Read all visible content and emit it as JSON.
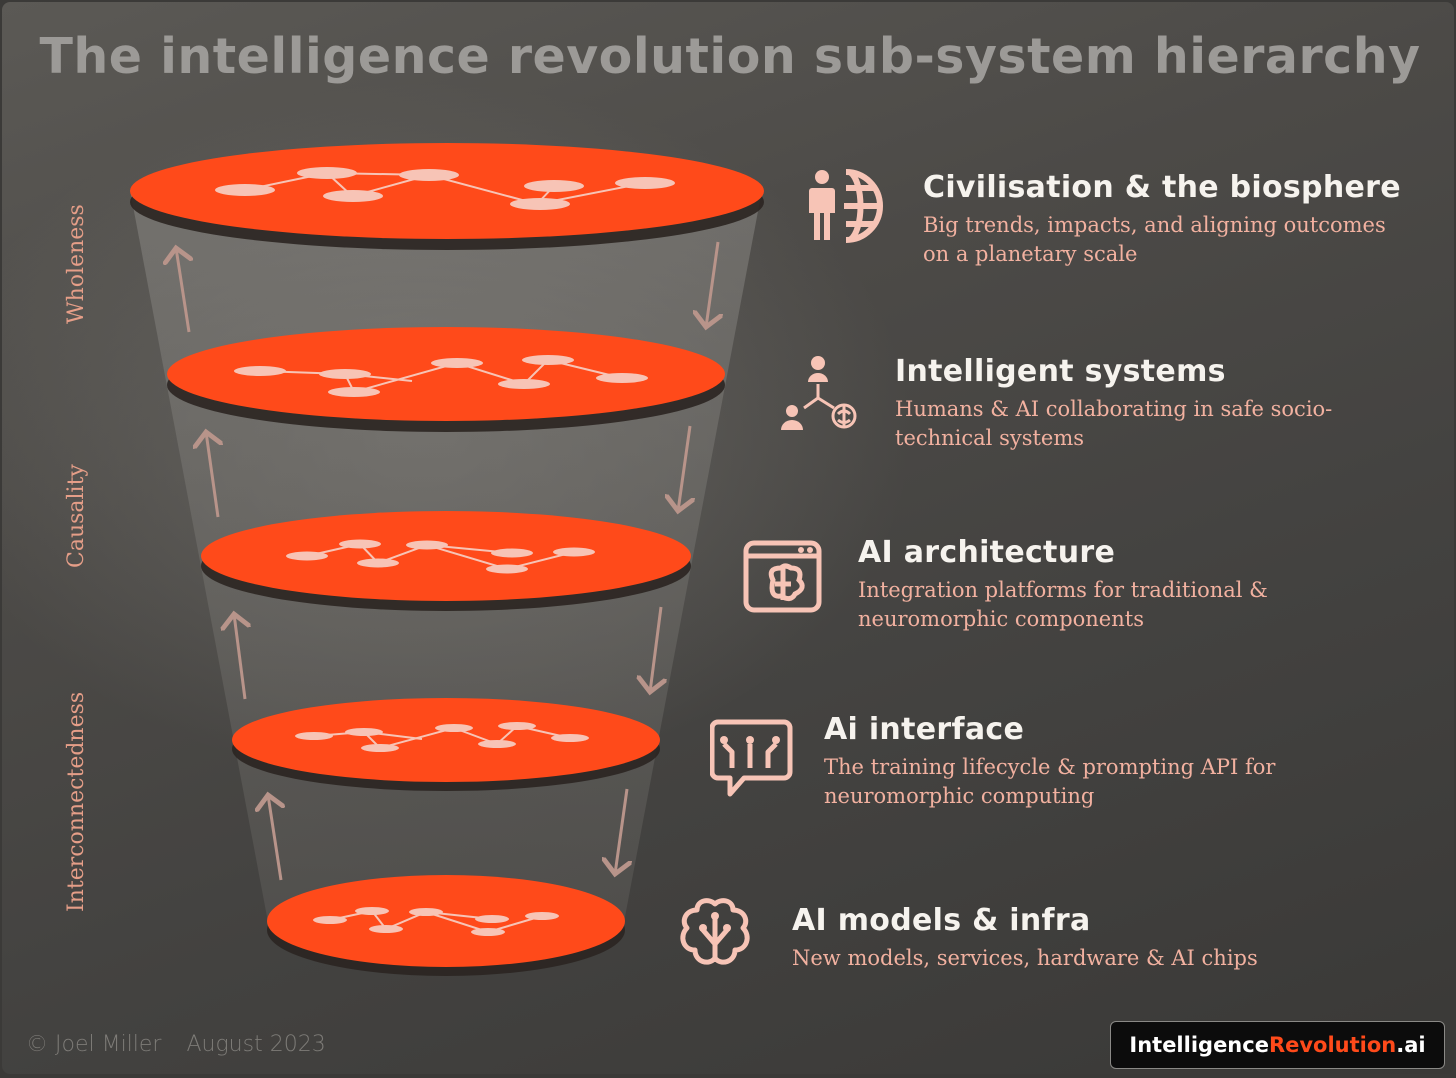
{
  "title": "The intelligence revolution sub-system hierarchy",
  "axis_labels": {
    "wholeness": "Wholeness",
    "causality": "Causality",
    "interconnectedness": "Interconnectedness"
  },
  "levels": [
    {
      "title": "Civilisation & the biosphere",
      "desc": "Big trends, impacts, and aligning outcomes\non a planetary scale",
      "icon": "person-globe-icon"
    },
    {
      "title": "Intelligent systems",
      "desc": "Humans & AI collaborating in safe socio-\ntechnical systems",
      "icon": "people-network-icon"
    },
    {
      "title": "AI architecture",
      "desc": "Integration platforms for traditional &\nneuromorphic components",
      "icon": "browser-brain-icon"
    },
    {
      "title": "Ai interface",
      "desc": "The training lifecycle & prompting API for\nneuromorphic computing",
      "icon": "chat-circuit-icon"
    },
    {
      "title": "AI models & infra",
      "desc": "New models, services, hardware & AI chips",
      "icon": "brain-circuit-icon"
    }
  ],
  "footer": {
    "credit": "© Joel Miller",
    "date": "August 2023",
    "brand_prefix": "Intelligence",
    "brand_accent": "Revolution",
    "brand_suffix": ".ai"
  },
  "colors": {
    "disc": "#ff4a1a",
    "node": "#f7c4b6",
    "text_accent": "#f2b1a0",
    "arrow": "#b8948a"
  }
}
